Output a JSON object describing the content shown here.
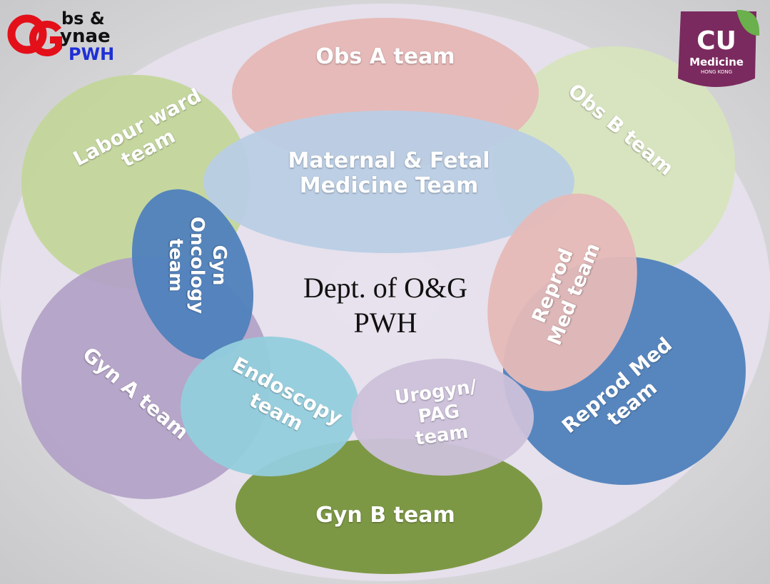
{
  "logos": {
    "left": {
      "line1": "bs &",
      "line2": "ynae",
      "line3": "PWH",
      "red": "#e3101a",
      "blue": "#1f2fd6"
    },
    "right": {
      "line1": "CU",
      "line2": "Medicine",
      "line3": "HONG KONG",
      "purple": "#7a2a5e",
      "green": "#6ab04c"
    }
  },
  "center": {
    "line1": "Dept. of O&G",
    "line2": "PWH"
  },
  "teams": {
    "obs_a": {
      "label": [
        "Obs A team"
      ],
      "color": "#e6b7b6"
    },
    "obs_b": {
      "label": [
        "Obs B team"
      ],
      "color": "#d7e4bd"
    },
    "labour": {
      "label": [
        "Labour ward",
        "team"
      ],
      "color": "#c3d69b"
    },
    "mfm": {
      "label": [
        "Maternal & Fetal",
        "Medicine Team"
      ],
      "color": "#b9cde5"
    },
    "gyn_onc": {
      "label": [
        "Gyn",
        "Oncology",
        "team"
      ],
      "color": "#4f81bd"
    },
    "reprod_med_pink": {
      "label": [
        "Reprod",
        "Med team"
      ],
      "color": "#e6b9b8"
    },
    "reprod_med_blue": {
      "label": [
        "Reprod Med",
        "team"
      ],
      "color": "#4f81bd"
    },
    "gyn_a": {
      "label": [
        "Gyn A team"
      ],
      "color": "#b3a2c7"
    },
    "endoscopy": {
      "label": [
        "Endoscopy",
        "team"
      ],
      "color": "#93cddd"
    },
    "urogyn": {
      "label": [
        "Urogyn/",
        "PAG",
        "team"
      ],
      "color": "#ccc1da"
    },
    "gyn_b": {
      "label": [
        "Gyn B team"
      ],
      "color": "#77933c"
    }
  }
}
